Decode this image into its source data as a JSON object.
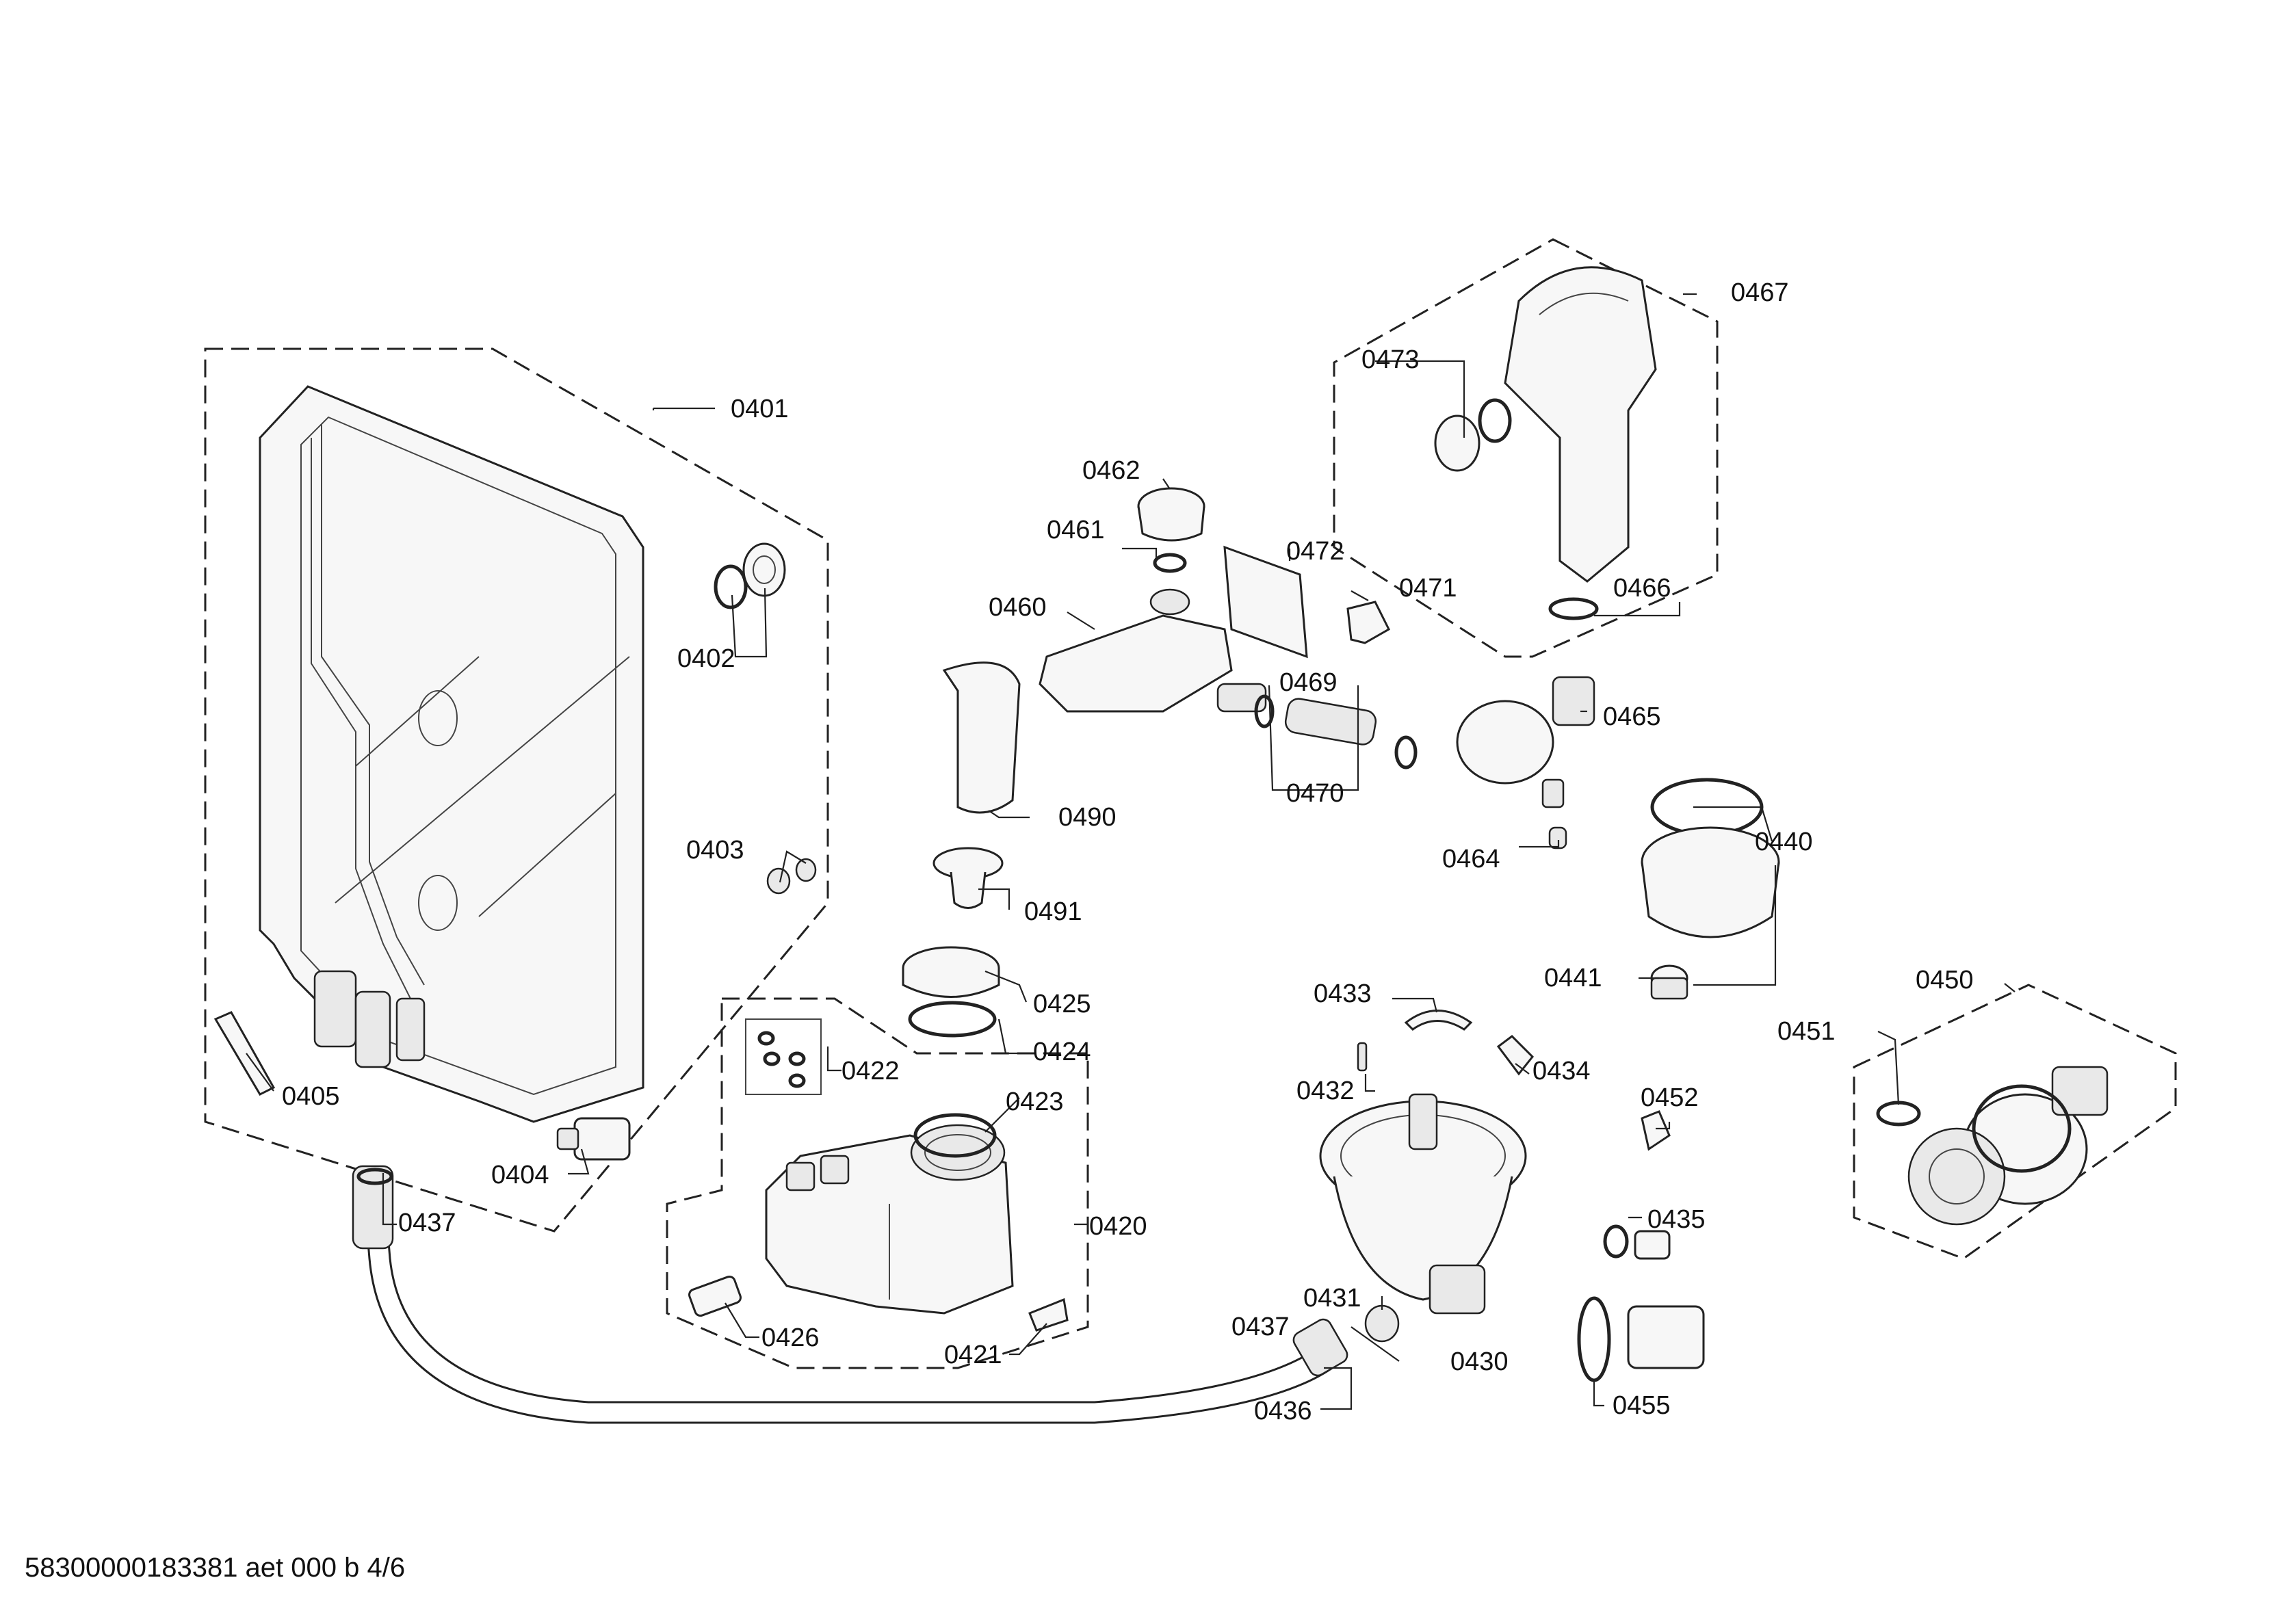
{
  "diagram": {
    "labels": {
      "p0401": "0401",
      "p0402": "0402",
      "p0403": "0403",
      "p0404": "0404",
      "p0405": "0405",
      "p0420": "0420",
      "p0421": "0421",
      "p0422": "0422",
      "p0423": "0423",
      "p0424": "0424",
      "p0425": "0425",
      "p0426": "0426",
      "p0430": "0430",
      "p0431": "0431",
      "p0432": "0432",
      "p0433": "0433",
      "p0434": "0434",
      "p0435": "0435",
      "p0436": "0436",
      "p0437a": "0437",
      "p0437b": "0437",
      "p0440": "0440",
      "p0441": "0441",
      "p0450": "0450",
      "p0451": "0451",
      "p0452": "0452",
      "p0455": "0455",
      "p0460": "0460",
      "p0461": "0461",
      "p0462": "0462",
      "p0464": "0464",
      "p0465": "0465",
      "p0466": "0466",
      "p0467": "0467",
      "p0469": "0469",
      "p0470": "0470",
      "p0471": "0471",
      "p0472": "0472",
      "p0473": "0473",
      "p0490": "0490",
      "p0491": "0491"
    },
    "footer": "58300000183381 aet 000 b 4/6"
  }
}
